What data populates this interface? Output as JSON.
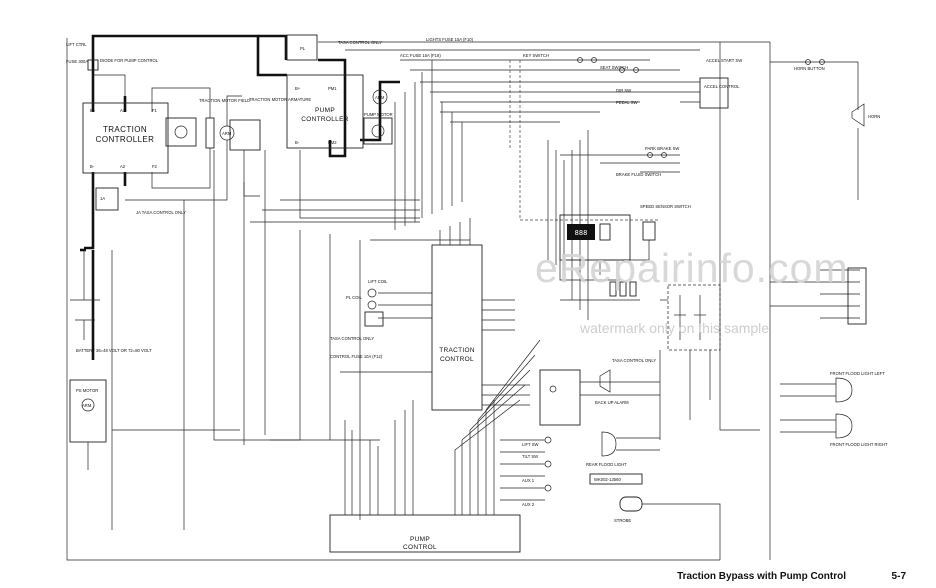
{
  "caption": "Traction Bypass with Pump Control",
  "page_number": "5-7",
  "watermark": {
    "site": "eRepairinfo.com",
    "note": "watermark only on this sample"
  },
  "blocks": {
    "traction_controller": [
      "TRACTION",
      "CONTROLLER"
    ],
    "pump_controller_top": [
      "PUMP",
      "CONTROLLER"
    ],
    "traction_control": [
      "TRACTION",
      "CONTROL"
    ],
    "pump_control_bottom": [
      "PUMP",
      "CONTROL"
    ],
    "speed_display": "888"
  },
  "labels": {
    "lift_ctrl": "LIFT CTRL",
    "fuse_main": "FUSE 300A",
    "diode_pump_control": "DIODE FOR PUMP CONTROL",
    "traction_motor_field": "TRACTION MOTOR FIELD",
    "traction_motor_armature": "TRACTION MOTOR ARMATURE",
    "pump_motor": "PUMP MOTOR",
    "arm": "ARM",
    "lights_fuse": "LIGHTS FUSE 15A (F10)",
    "tasa_control_only_top": "TASA CONTROL ONLY",
    "acc_fuse": "ACC FUSE 15A (F18)",
    "seat_switch": "SEAT SWITCH",
    "key_switch": "KEY SWITCH",
    "accel_start_sw": "ACCEL START SW",
    "accel_control": "ACCEL CONTROL",
    "dir_sw": "DIR SW",
    "pedal_sw": "PEDAL SW",
    "park_brake_sw": "PARK BRAKE SW",
    "brake_fluid_switch": "BRAKE FLUID SWITCH",
    "speed_sensor_switch": "SPEED SENSOR SWITCH",
    "horn_button": "HORN BUTTON",
    "horn": "HORN",
    "ja_tasa": "JA TASA CONTROL ONLY",
    "battery": "BATTERY 36=48 VOLT OR 72=80 VOLT",
    "ps_motor": "PS MOTOR",
    "lift_coil": "LIFT COIL",
    "pl_coil": "PL COIL",
    "tasa_control_only_mid": "TASA CONTROL ONLY",
    "control_fuse": "CONTROL FUSE 10A (F12)",
    "back_up_alarm": "BACK UP ALARM",
    "tasa_control_only_right": "TASA CONTROL ONLY",
    "rear_flood_light": "REAR FLOOD LIGHT",
    "front_flood_light_left": "FRONT FLOOD LIGHT LEFT",
    "front_flood_light_right": "FRONT FLOOD LIGHT RIGHT",
    "strobe": "STROBE",
    "drawing_id": "WK002-13560",
    "tilt_sw": "TILT SW",
    "lift_sw": "LIFT SW",
    "aux_1": "AUX 1",
    "aux_2": "AUX 2"
  }
}
